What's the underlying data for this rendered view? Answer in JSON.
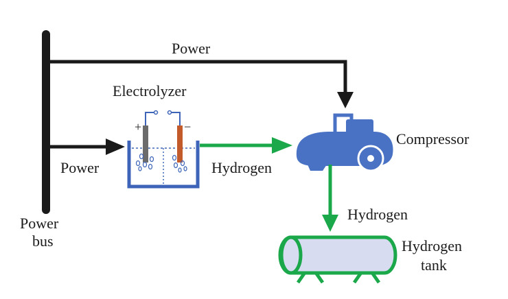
{
  "labels": {
    "power_top": "Power",
    "power_left": "Power",
    "electrolyzer": "Electrolyzer",
    "hydrogen_mid": "Hydrogen",
    "compressor": "Compressor",
    "hydrogen_down": "Hydrogen",
    "tank_line1": "Hydrogen",
    "tank_line2": "tank",
    "bus_line1": "Power",
    "bus_line2": "bus",
    "plus": "+",
    "minus": "−"
  },
  "colors": {
    "power_line": "#1a1a1a",
    "hydrogen_flow": "#1aa84a",
    "compressor": "#4a72c4",
    "electrolyzer_tank": "#3d64b8",
    "electrolyte_dash": "#3d64b8",
    "anode": "#6b6b6b",
    "cathode": "#c25a2a",
    "tank_fill": "#d7dcf0",
    "tank_outline": "#1aa84a"
  },
  "icons": [
    "compressor-icon",
    "electrolyzer-icon",
    "hydrogen-tank-icon"
  ]
}
